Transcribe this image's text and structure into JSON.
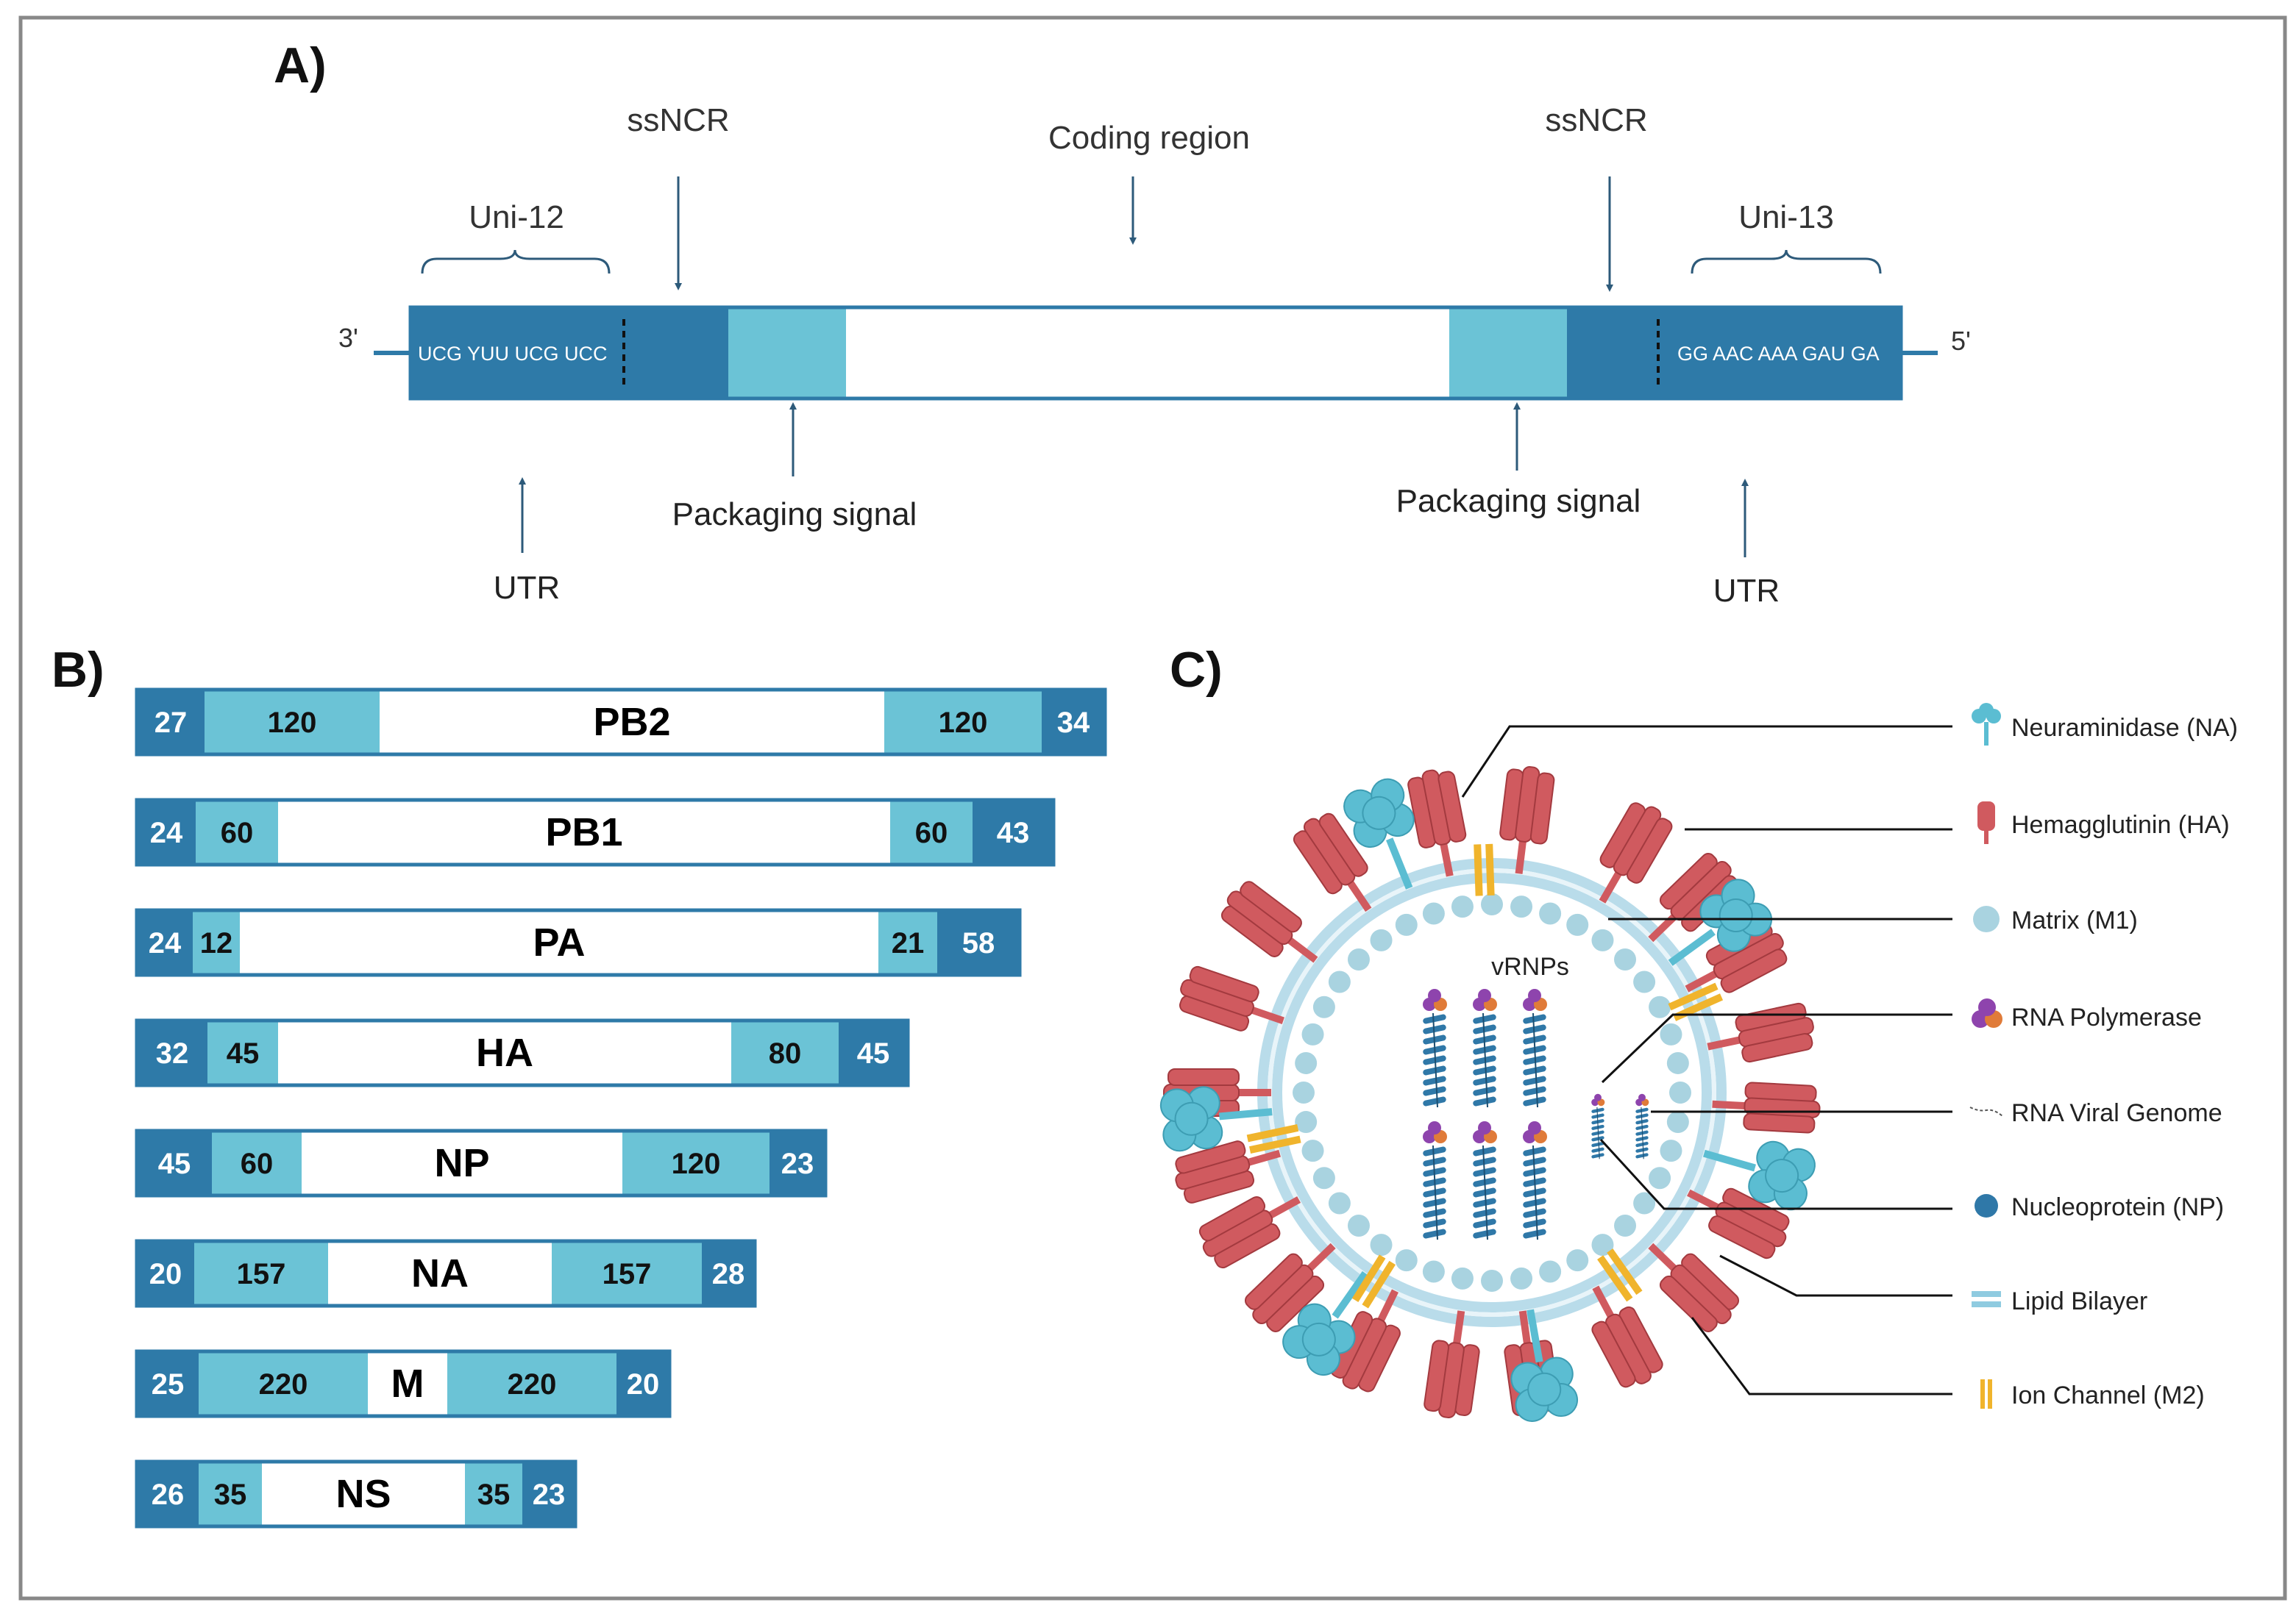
{
  "panel_a": {
    "label": "A)",
    "end_left": "3'",
    "end_right": "5'",
    "seq_left": "UCG YUU UCG UCC",
    "seq_right": "GG AAC AAA GAU GA",
    "uni_left": "Uni-12",
    "uni_right": "Uni-13",
    "ssncr_left": "ssNCR",
    "ssncr_right": "ssNCR",
    "coding": "Coding region",
    "packaging_left": "Packaging signal",
    "packaging_right": "Packaging signal",
    "utr_left": "UTR",
    "utr_right": "UTR",
    "colors": {
      "dark": "#2e7aa8",
      "light": "#6bc3d6",
      "white": "#ffffff"
    }
  },
  "panel_b": {
    "label": "B)",
    "segments": [
      {
        "name": "PB2",
        "v": [
          "27",
          "120",
          "120",
          "34"
        ]
      },
      {
        "name": "PB1",
        "v": [
          "24",
          "60",
          "60",
          "43"
        ]
      },
      {
        "name": "PA",
        "v": [
          "24",
          "12",
          "21",
          "58"
        ]
      },
      {
        "name": "HA",
        "v": [
          "32",
          "45",
          "80",
          "45"
        ]
      },
      {
        "name": "NP",
        "v": [
          "45",
          "60",
          "120",
          "23"
        ]
      },
      {
        "name": "NA",
        "v": [
          "20",
          "157",
          "157",
          "28"
        ]
      },
      {
        "name": "M",
        "v": [
          "25",
          "220",
          "220",
          "20"
        ]
      },
      {
        "name": "NS",
        "v": [
          "26",
          "35",
          "35",
          "23"
        ]
      }
    ]
  },
  "panel_c": {
    "label": "C)",
    "center": "vRNPs",
    "legend": [
      {
        "label": "Neuraminidase (NA)",
        "icon": "neuraminidase-icon"
      },
      {
        "label": "Hemagglutinin (HA)",
        "icon": "hemagglutinin-icon"
      },
      {
        "label": "Matrix (M1)",
        "icon": "matrix-icon"
      },
      {
        "label": "RNA Polymerase",
        "icon": "rna-polymerase-icon"
      },
      {
        "label": "RNA Viral Genome",
        "icon": "rna-genome-icon"
      },
      {
        "label": "Nucleoprotein (NP)",
        "icon": "nucleoprotein-icon"
      },
      {
        "label": "Lipid Bilayer",
        "icon": "lipid-bilayer-icon"
      },
      {
        "label": "Ion Channel (M2)",
        "icon": "ion-channel-icon"
      }
    ],
    "colors": {
      "ha": "#d05a5f",
      "na": "#5bbdd2",
      "m1": "#a9d3e0",
      "m2": "#f0b42c",
      "np": "#2f78a8",
      "pol1": "#8e44ad",
      "pol2": "#e07b39",
      "bilayer": "#b9dcea"
    }
  }
}
